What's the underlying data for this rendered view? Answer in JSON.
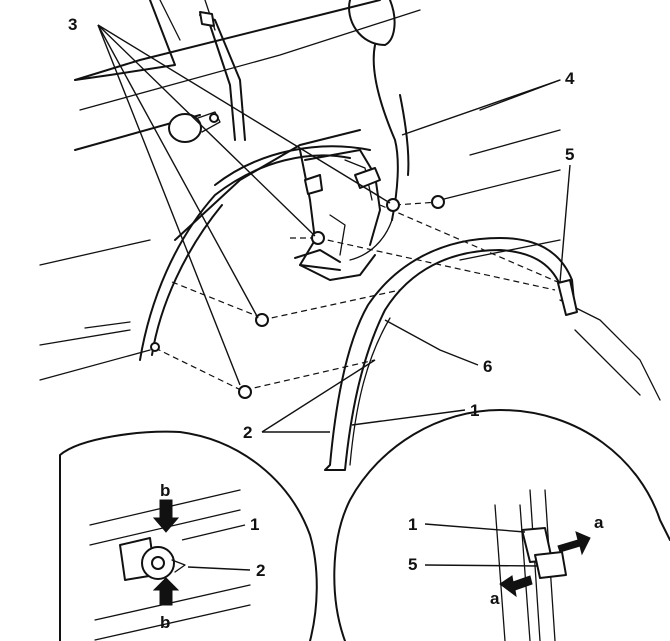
{
  "labels": {
    "part_1": "1",
    "part_2": "2",
    "part_3": "3",
    "part_4": "4",
    "part_5": "5",
    "part_6": "6",
    "detail_left_1": "1",
    "detail_left_2": "2",
    "detail_left_b_top": "b",
    "detail_left_b_bottom": "b",
    "detail_right_1": "1",
    "detail_right_5": "5",
    "detail_right_a_top": "a",
    "detail_right_a_bottom": "a"
  },
  "colors": {
    "line": "#111111",
    "background": "#ffffff"
  }
}
